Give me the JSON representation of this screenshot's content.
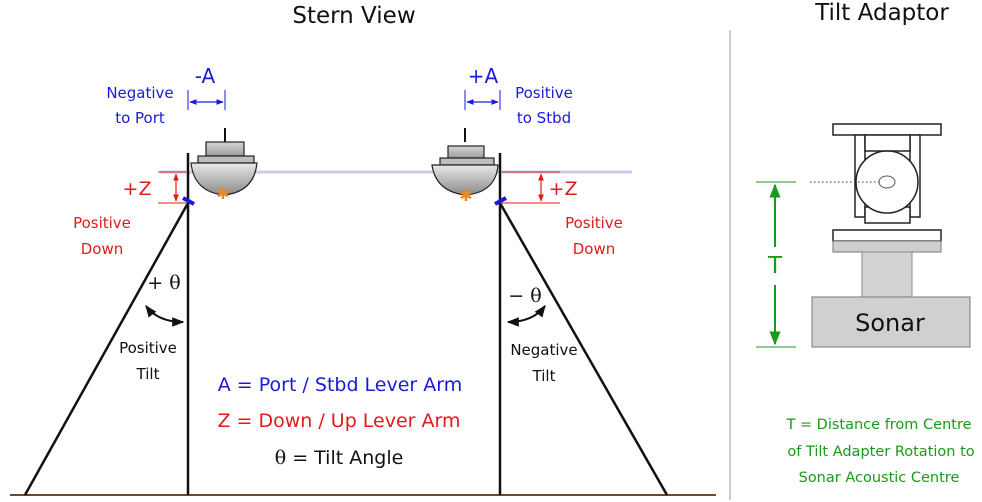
{
  "titles": {
    "stern_view": "Stern View",
    "tilt_adaptor": "Tilt Adaptor"
  },
  "left_vessel": {
    "offset_label": "-A",
    "offset_desc_1": "Negative",
    "offset_desc_2": "to Port",
    "depth_label": "+Z",
    "depth_desc_1": "Positive",
    "depth_desc_2": "Down",
    "angle_label": "+ θ",
    "tilt_desc_1": "Positive",
    "tilt_desc_2": "Tilt"
  },
  "right_vessel": {
    "offset_label": "+A",
    "offset_desc_1": "Positive",
    "offset_desc_2": "to Stbd",
    "depth_label": "+Z",
    "depth_desc_1": "Positive",
    "depth_desc_2": "Down",
    "angle_label": "− θ",
    "tilt_desc_1": "Negative",
    "tilt_desc_2": "Tilt"
  },
  "legend": {
    "a_def": "A = Port / Stbd Lever Arm",
    "z_def": "Z = Down / Up Lever Arm",
    "theta_symbol": "θ",
    "theta_def": " = Tilt Angle"
  },
  "adaptor": {
    "t_label": "T",
    "sonar_label": "Sonar",
    "note_1": "T = Distance from Centre",
    "note_2": "of Tilt Adapter Rotation to",
    "note_3": "Sonar Acoustic Centre"
  },
  "colors": {
    "blue": "#1a1adb",
    "red": "#e01b1b",
    "green": "#1a9a1a",
    "waterline": "#c8cdf0",
    "seabed": "#6b4a2b",
    "hull": "#c9c9c9",
    "grey_box": "#d0d0d0"
  }
}
